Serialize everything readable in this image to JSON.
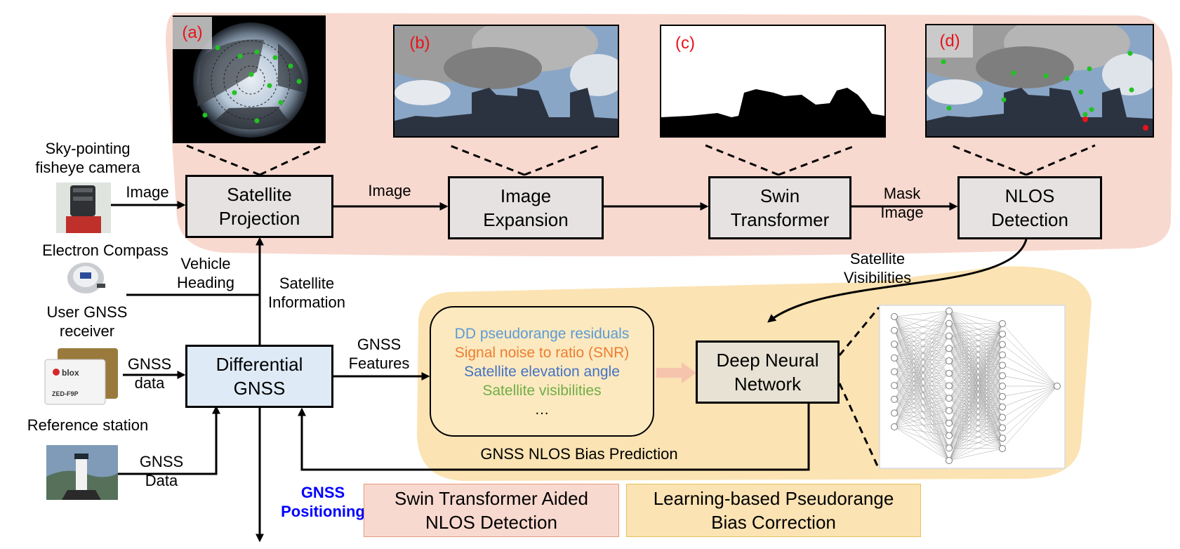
{
  "modules": {
    "satellite_projection": "Satellite\nProjection",
    "image_expansion": "Image\nExpansion",
    "swin_transformer": "Swin\nTransformer",
    "nlos_detection": "NLOS\nDetection",
    "differential_gnss": "Differential\nGNSS",
    "deep_neural_network": "Deep Neural\nNetwork"
  },
  "panels": {
    "a": "(a)",
    "b": "(b)",
    "c": "(c)",
    "d": "(d)"
  },
  "devices": {
    "camera": "Sky-pointing\nfisheye camera",
    "compass": "Electron Compass",
    "receiver": "User GNSS\nreceiver",
    "reference": "Reference station",
    "chip_brand": "blox",
    "chip_model": "ZED-F9P"
  },
  "edges": {
    "image_1": "Image",
    "image_2": "Image",
    "mask_image": "Mask\nImage",
    "vehicle_heading": "Vehicle\nHeading",
    "satellite_information": "Satellite\nInformation",
    "satellite_visibilities": "Satellite\nVisibilities",
    "gnss_data_receiver": "GNSS\ndata",
    "gnss_data_reference": "GNSS\nData",
    "gnss_features": "GNSS\nFeatures",
    "gnss_positioning": "GNSS\nPositioning"
  },
  "features": {
    "items": [
      {
        "text": "DD pseudorange residuals",
        "color": "#5b9bd5"
      },
      {
        "text": "Signal noise to ratio (SNR)",
        "color": "#ed7d31"
      },
      {
        "text": "Satellite elevation angle",
        "color": "#4472c4"
      },
      {
        "text": "Satellite visibilities",
        "color": "#70ad47"
      },
      {
        "text": "…",
        "color": "#000000"
      }
    ]
  },
  "regions": {
    "bias_prediction": "GNSS NLOS Bias Prediction"
  },
  "legend": {
    "swin": "Swin Transformer Aided\nNLOS Detection",
    "learning": "Learning-based Pseudorange\nBias Correction"
  },
  "colors": {
    "swin_region": "#f8d9cf",
    "learning_region": "#fbe3b3",
    "grey_box": "#e6e2e2",
    "blue_box": "#deebf7",
    "dnn_box": "#e7e2d3",
    "positioning_text": "#0000ff",
    "panel_tag": "#e8141a",
    "satellite_marker": "#22c322",
    "nlos_marker": "#e8141a"
  }
}
